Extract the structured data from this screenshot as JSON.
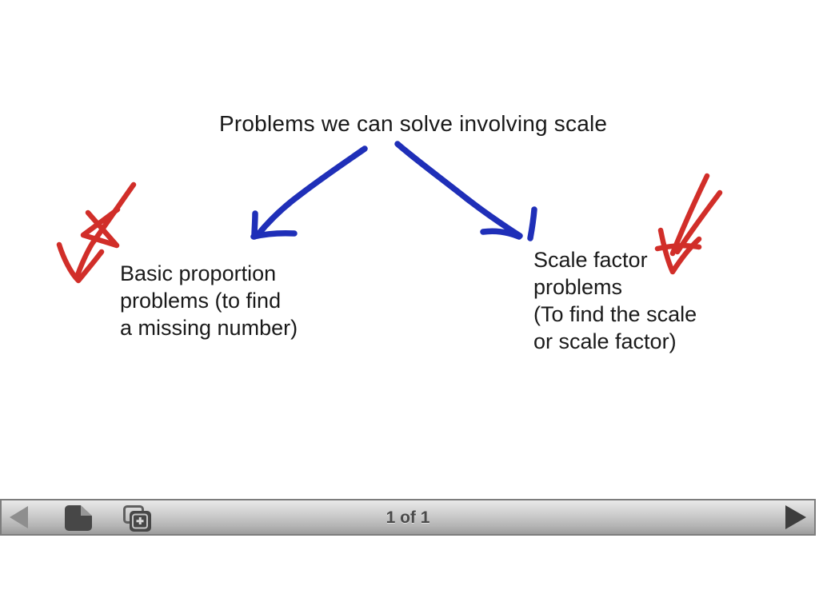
{
  "canvas": {
    "title": "Problems we can solve involving scale",
    "left_note": {
      "lines": [
        "Basic proportion",
        "problems (to find",
        "a missing number)"
      ]
    },
    "right_note": {
      "lines": [
        "Scale factor",
        "problems",
        "(To find the scale",
        "or scale factor)"
      ]
    }
  },
  "colors": {
    "ink_blue": "#1f2fb8",
    "ink_red": "#d12e29",
    "canvas_text": "#1a1a1a",
    "toolbar_text": "#4a4a4a"
  },
  "toolbar": {
    "page_indicator": "1 of 1",
    "icons": {
      "back": "back-arrow-icon",
      "page": "new-page-icon",
      "add_page": "add-page-icon",
      "forward": "forward-arrow-icon"
    }
  }
}
